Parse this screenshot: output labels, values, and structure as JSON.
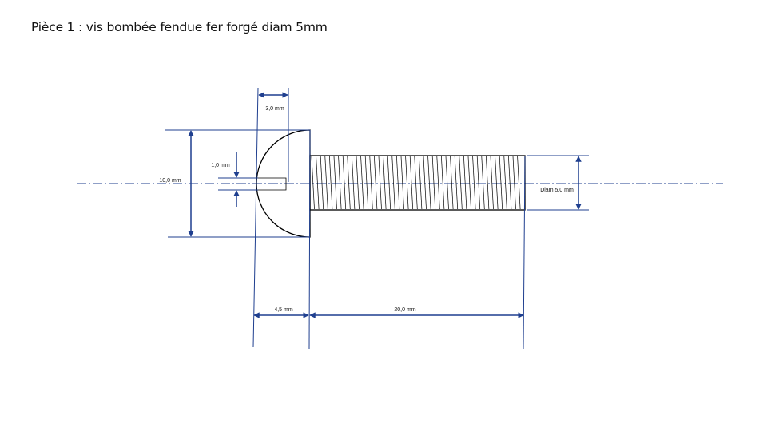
{
  "title": "Pièce 1 : vis bombée fendue fer forgé diam 5mm",
  "dimensions": {
    "slot_depth": "3,0 mm",
    "slot_width": "1,0 mm",
    "head_diameter": "10,0 mm",
    "shank_diameter": "Diam 5,0 mm",
    "head_length": "4,5 mm",
    "shank_length": "20,0 mm"
  },
  "colors": {
    "dimension": "#1f3f8f",
    "outline": "#000000",
    "centerline": "#1f3f8f"
  }
}
